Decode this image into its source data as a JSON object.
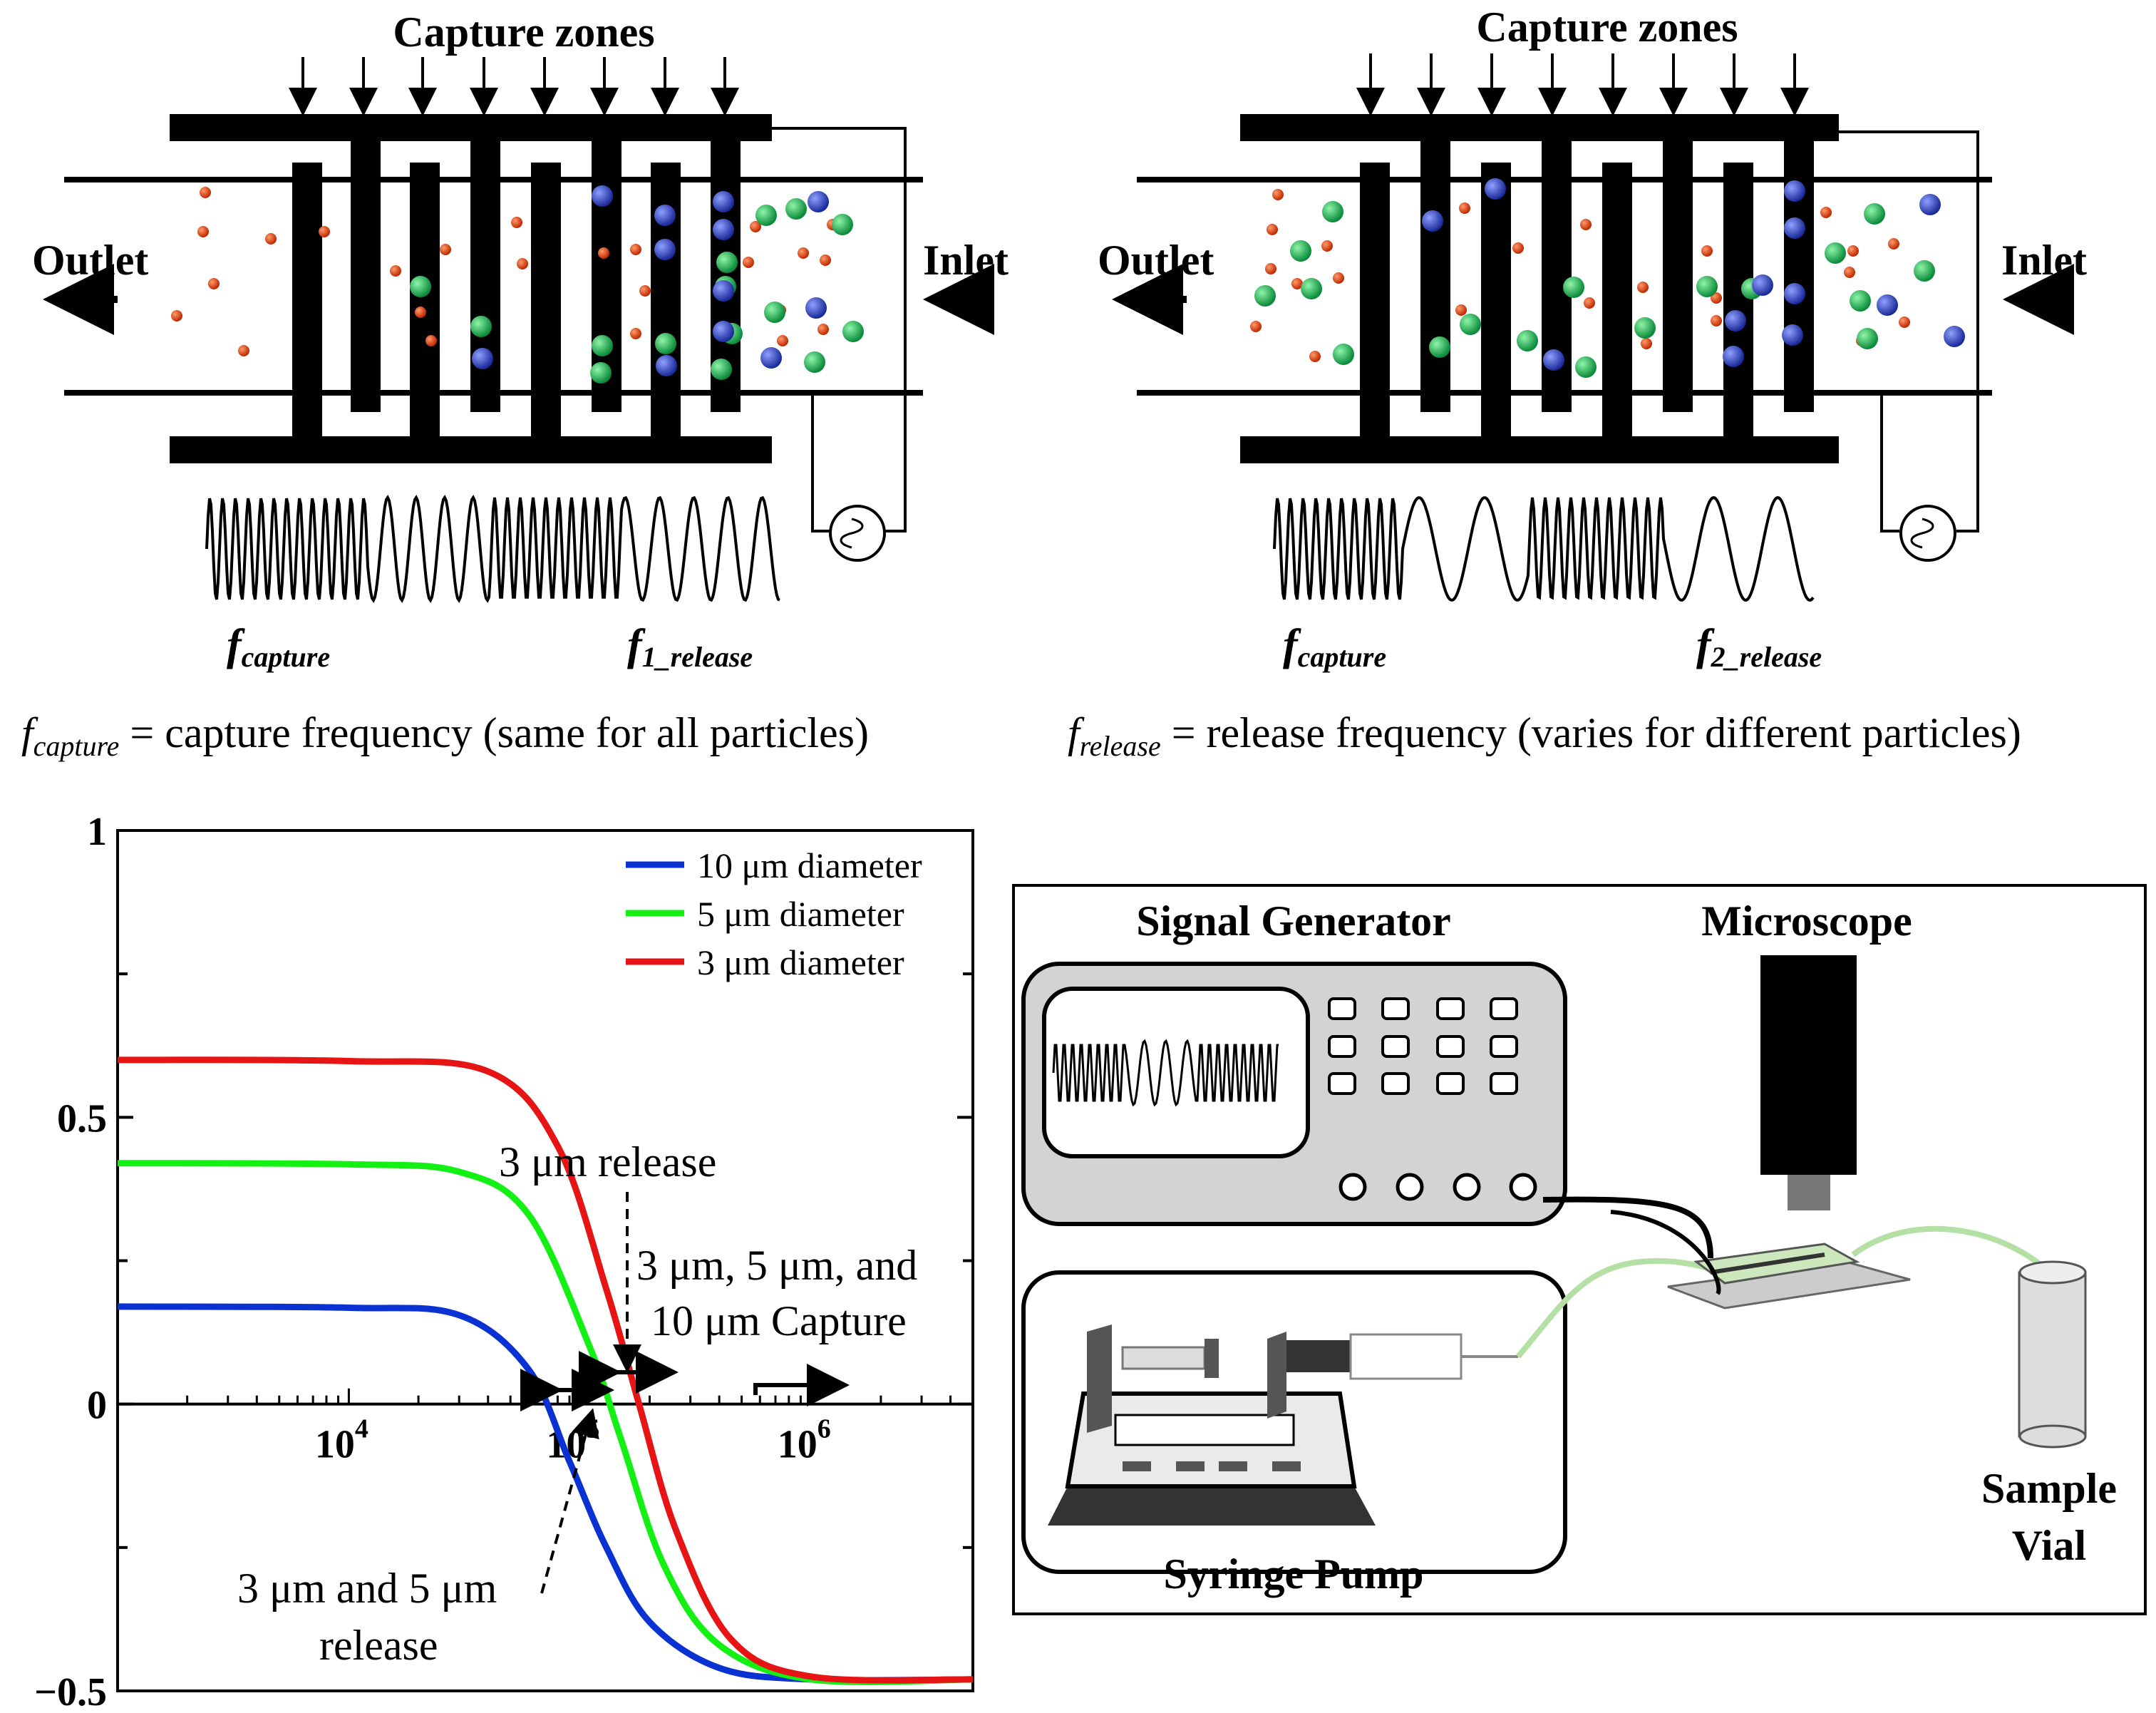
{
  "panel_a": {
    "title": "Capture zones",
    "outlet": "Outlet",
    "inlet": "Inlet",
    "f_capture": "capture",
    "f_release": "1_release",
    "caption_sub": "capture",
    "caption_rest": " = capture frequency (same for all particles)"
  },
  "panel_b": {
    "title": "Capture zones",
    "outlet": "Outlet",
    "inlet": "Inlet",
    "f_capture": "capture",
    "f_release": "2_release",
    "caption_sub": "release",
    "caption_rest": " = release frequency (varies for different particles)"
  },
  "setup": {
    "signal_generator": "Signal Generator",
    "microscope": "Microscope",
    "syringe_pump": "Syringe Pump",
    "sample_vial_1": "Sample",
    "sample_vial_2": "Vial"
  },
  "chart_data": {
    "type": "line",
    "x_scale": "log",
    "xlim": [
      1000,
      5000000
    ],
    "ylim": [
      -0.5,
      1
    ],
    "x_ticks": [
      {
        "value": 10000,
        "base": "10",
        "exp": "4"
      },
      {
        "value": 100000,
        "base": "10",
        "exp": "5"
      },
      {
        "value": 1000000,
        "base": "10",
        "exp": "6"
      }
    ],
    "y_ticks": [
      {
        "value": 1,
        "label": "1"
      },
      {
        "value": 0.5,
        "label": "0.5"
      },
      {
        "value": 0,
        "label": "0"
      },
      {
        "value": -0.5,
        "label": "−0.5"
      }
    ],
    "legend_position": "top-right",
    "series": [
      {
        "name": "10 μm diameter",
        "color": "#0a32d2",
        "x": [
          1000,
          10000,
          30000,
          60000,
          90000,
          130000,
          200000,
          400000,
          1000000,
          5000000
        ],
        "y": [
          0.17,
          0.168,
          0.155,
          0.06,
          -0.1,
          -0.25,
          -0.38,
          -0.46,
          -0.48,
          -0.48
        ]
      },
      {
        "name": "5 μm diameter",
        "color": "#14f014",
        "x": [
          1000,
          10000,
          30000,
          60000,
          110000,
          150000,
          230000,
          400000,
          1000000,
          5000000
        ],
        "y": [
          0.42,
          0.418,
          0.405,
          0.33,
          0.1,
          -0.06,
          -0.28,
          -0.42,
          -0.48,
          -0.48
        ]
      },
      {
        "name": "3 μm diameter",
        "color": "#e61414",
        "x": [
          1000,
          10000,
          40000,
          80000,
          130000,
          180000,
          260000,
          450000,
          1000000,
          5000000
        ],
        "y": [
          0.6,
          0.598,
          0.58,
          0.45,
          0.2,
          0.0,
          -0.22,
          -0.41,
          -0.475,
          -0.48
        ]
      }
    ],
    "annotations": {
      "release_3um": "3 μm release",
      "capture_line1": "3 μm, 5 μm, and",
      "capture_line2": "10 μm Capture",
      "release_35_line1": "3 μm and 5 μm",
      "release_35_line2": "release"
    }
  }
}
